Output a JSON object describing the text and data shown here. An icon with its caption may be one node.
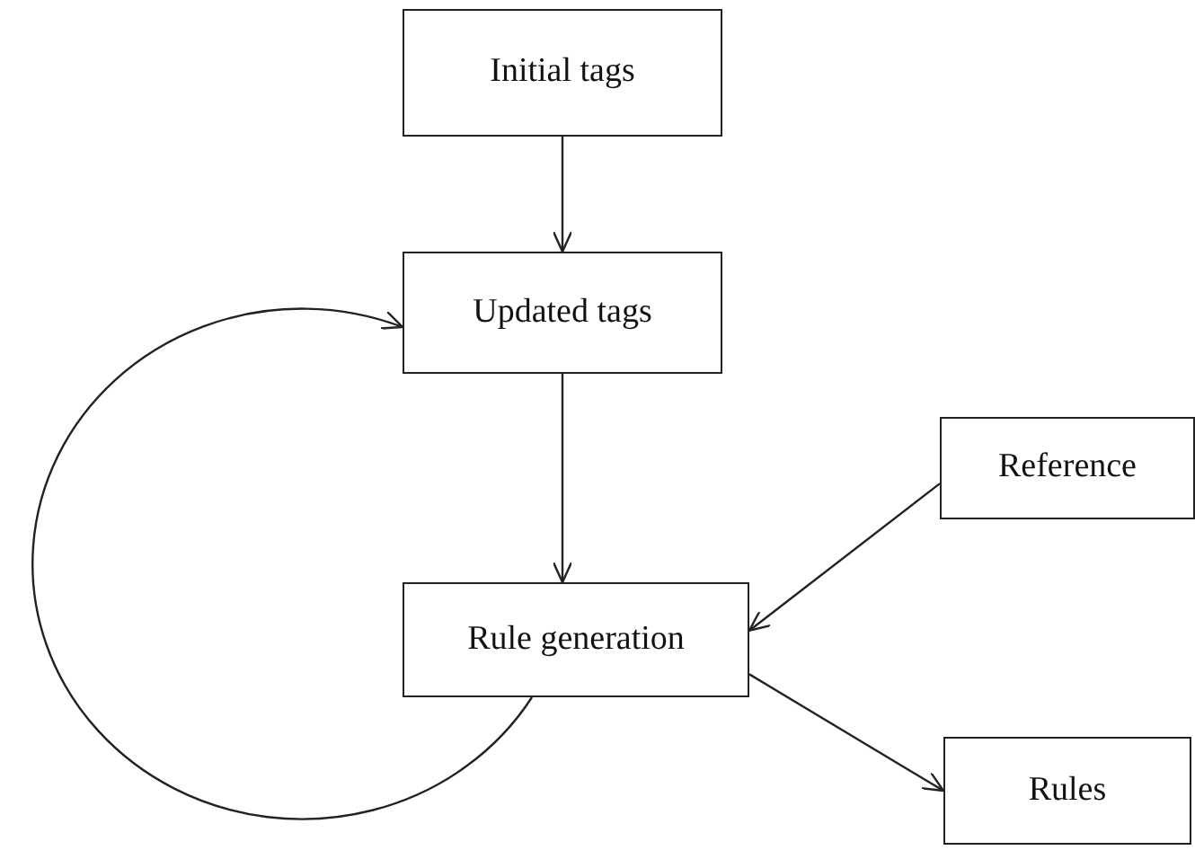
{
  "diagram": {
    "nodes": [
      {
        "text": [
          "Initial tags"
        ]
      },
      {
        "text": [
          "Updated tags"
        ]
      },
      {
        "text": [
          "Rule generation"
        ]
      },
      {
        "text": [
          "Reference"
        ]
      },
      {
        "text": [
          "Rules"
        ]
      }
    ],
    "edges": [
      {
        "from": 0,
        "to": 1,
        "arrow": "to"
      },
      {
        "from": 1,
        "to": 2,
        "arrow": "to"
      },
      {
        "from": 3,
        "to": 2,
        "arrow": "to"
      },
      {
        "from": 2,
        "to": 4,
        "arrow": "to"
      },
      {
        "from": 2,
        "to": 1,
        "arrow": "to"
      }
    ]
  }
}
